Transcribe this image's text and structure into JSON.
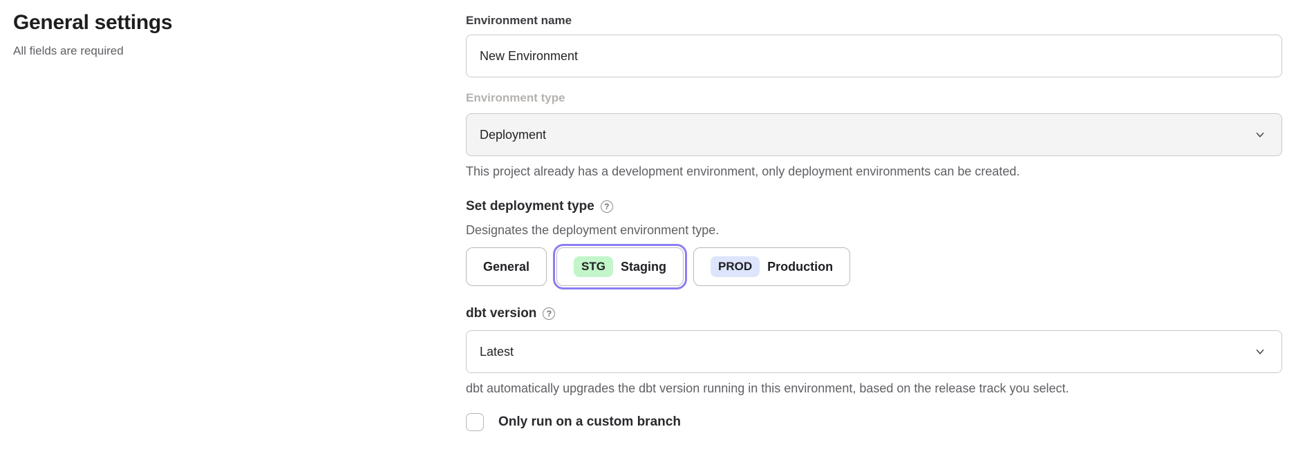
{
  "colors": {
    "accent": "#8b7ef1",
    "badge_stg": "#c2f5c9",
    "badge_prod": "#dce5fb",
    "border": "#c8c8cc",
    "text_dark": "#232326",
    "text_gray": "#5f5f64",
    "label_disabled": "#b5b2b0",
    "select_disabled_bg": "#f4f4f5"
  },
  "icons": {
    "help": "?"
  },
  "intro": {
    "title": "General settings",
    "subtitle": "All fields are required"
  },
  "form": {
    "environment_name": {
      "label": "Environment name",
      "value": "New Environment"
    },
    "environment_type": {
      "label": "Environment type",
      "value": "Deployment",
      "disabled": true,
      "helper": "This project already has a development environment, only deployment environments can be created."
    },
    "deployment_type": {
      "label": "Set deployment type",
      "description": "Designates the deployment environment type.",
      "options": [
        {
          "label": "General",
          "badge": "",
          "selected": false
        },
        {
          "label": "Staging",
          "badge": "STG",
          "selected": true
        },
        {
          "label": "Production",
          "badge": "PROD",
          "selected": false
        }
      ]
    },
    "dbt_version": {
      "label": "dbt version",
      "value": "Latest",
      "helper": "dbt automatically upgrades the dbt version running in this environment, based on the release track you select."
    },
    "custom_branch": {
      "label": "Only run on a custom branch",
      "checked": false
    }
  }
}
